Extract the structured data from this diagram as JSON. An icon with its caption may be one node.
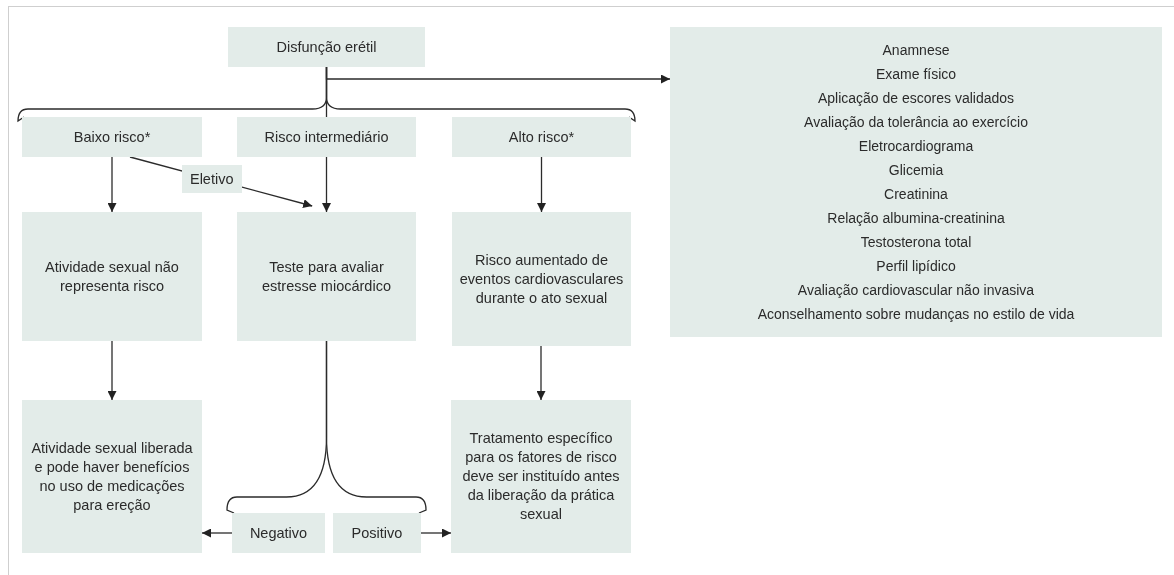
{
  "diagram": {
    "nodes": [
      {
        "text": [
          "Disfunção erétil"
        ]
      },
      {
        "text": [
          "Anamnese",
          "Exame físico",
          "Aplicação de escores validados",
          "Avaliação da tolerância ao exercício",
          "Eletrocardiograma",
          "Glicemia",
          "Creatinina",
          "Relação albumina-creatinina",
          "Testosterona total",
          "Perfil lipídico",
          "Avaliação cardiovascular não invasiva",
          "Aconselhamento sobre mudanças no estilo de vida"
        ]
      },
      {
        "text": [
          "Baixo risco*"
        ]
      },
      {
        "text": [
          "Risco intermediário"
        ]
      },
      {
        "text": [
          "Alto risco*"
        ]
      },
      {
        "text": [
          "Atividade sexual não representa risco"
        ]
      },
      {
        "text": [
          "Teste para avaliar estresse miocárdico"
        ]
      },
      {
        "text": [
          "Risco aumentado de eventos cardiovasculares durante o ato sexual"
        ]
      },
      {
        "text": [
          "Atividade sexual liberada e pode haver benefícios no uso de medicações para ereção"
        ]
      },
      {
        "text": [
          "Negativo"
        ]
      },
      {
        "text": [
          "Positivo"
        ]
      },
      {
        "text": [
          "Tratamento específico para os fatores de risco deve ser instituído antes da liberação da prática sexual"
        ]
      }
    ],
    "edges": [
      {
        "from": 0,
        "to": 1,
        "arrow": "to"
      },
      {
        "from": 0,
        "to": 2,
        "arrow": "none"
      },
      {
        "from": 0,
        "to": 3,
        "arrow": "none"
      },
      {
        "from": 0,
        "to": 4,
        "arrow": "none"
      },
      {
        "from": 2,
        "to": 5,
        "arrow": "to"
      },
      {
        "from": 2,
        "to": 6,
        "arrow": "to",
        "label": "Eletivo"
      },
      {
        "from": 3,
        "to": 6,
        "arrow": "to"
      },
      {
        "from": 4,
        "to": 7,
        "arrow": "to"
      },
      {
        "from": 5,
        "to": 8,
        "arrow": "to"
      },
      {
        "from": 7,
        "to": 11,
        "arrow": "to"
      },
      {
        "from": 6,
        "to": 9,
        "arrow": "none"
      },
      {
        "from": 6,
        "to": 10,
        "arrow": "none"
      },
      {
        "from": 9,
        "to": 8,
        "arrow": "to"
      },
      {
        "from": 10,
        "to": 11,
        "arrow": "to"
      }
    ]
  }
}
